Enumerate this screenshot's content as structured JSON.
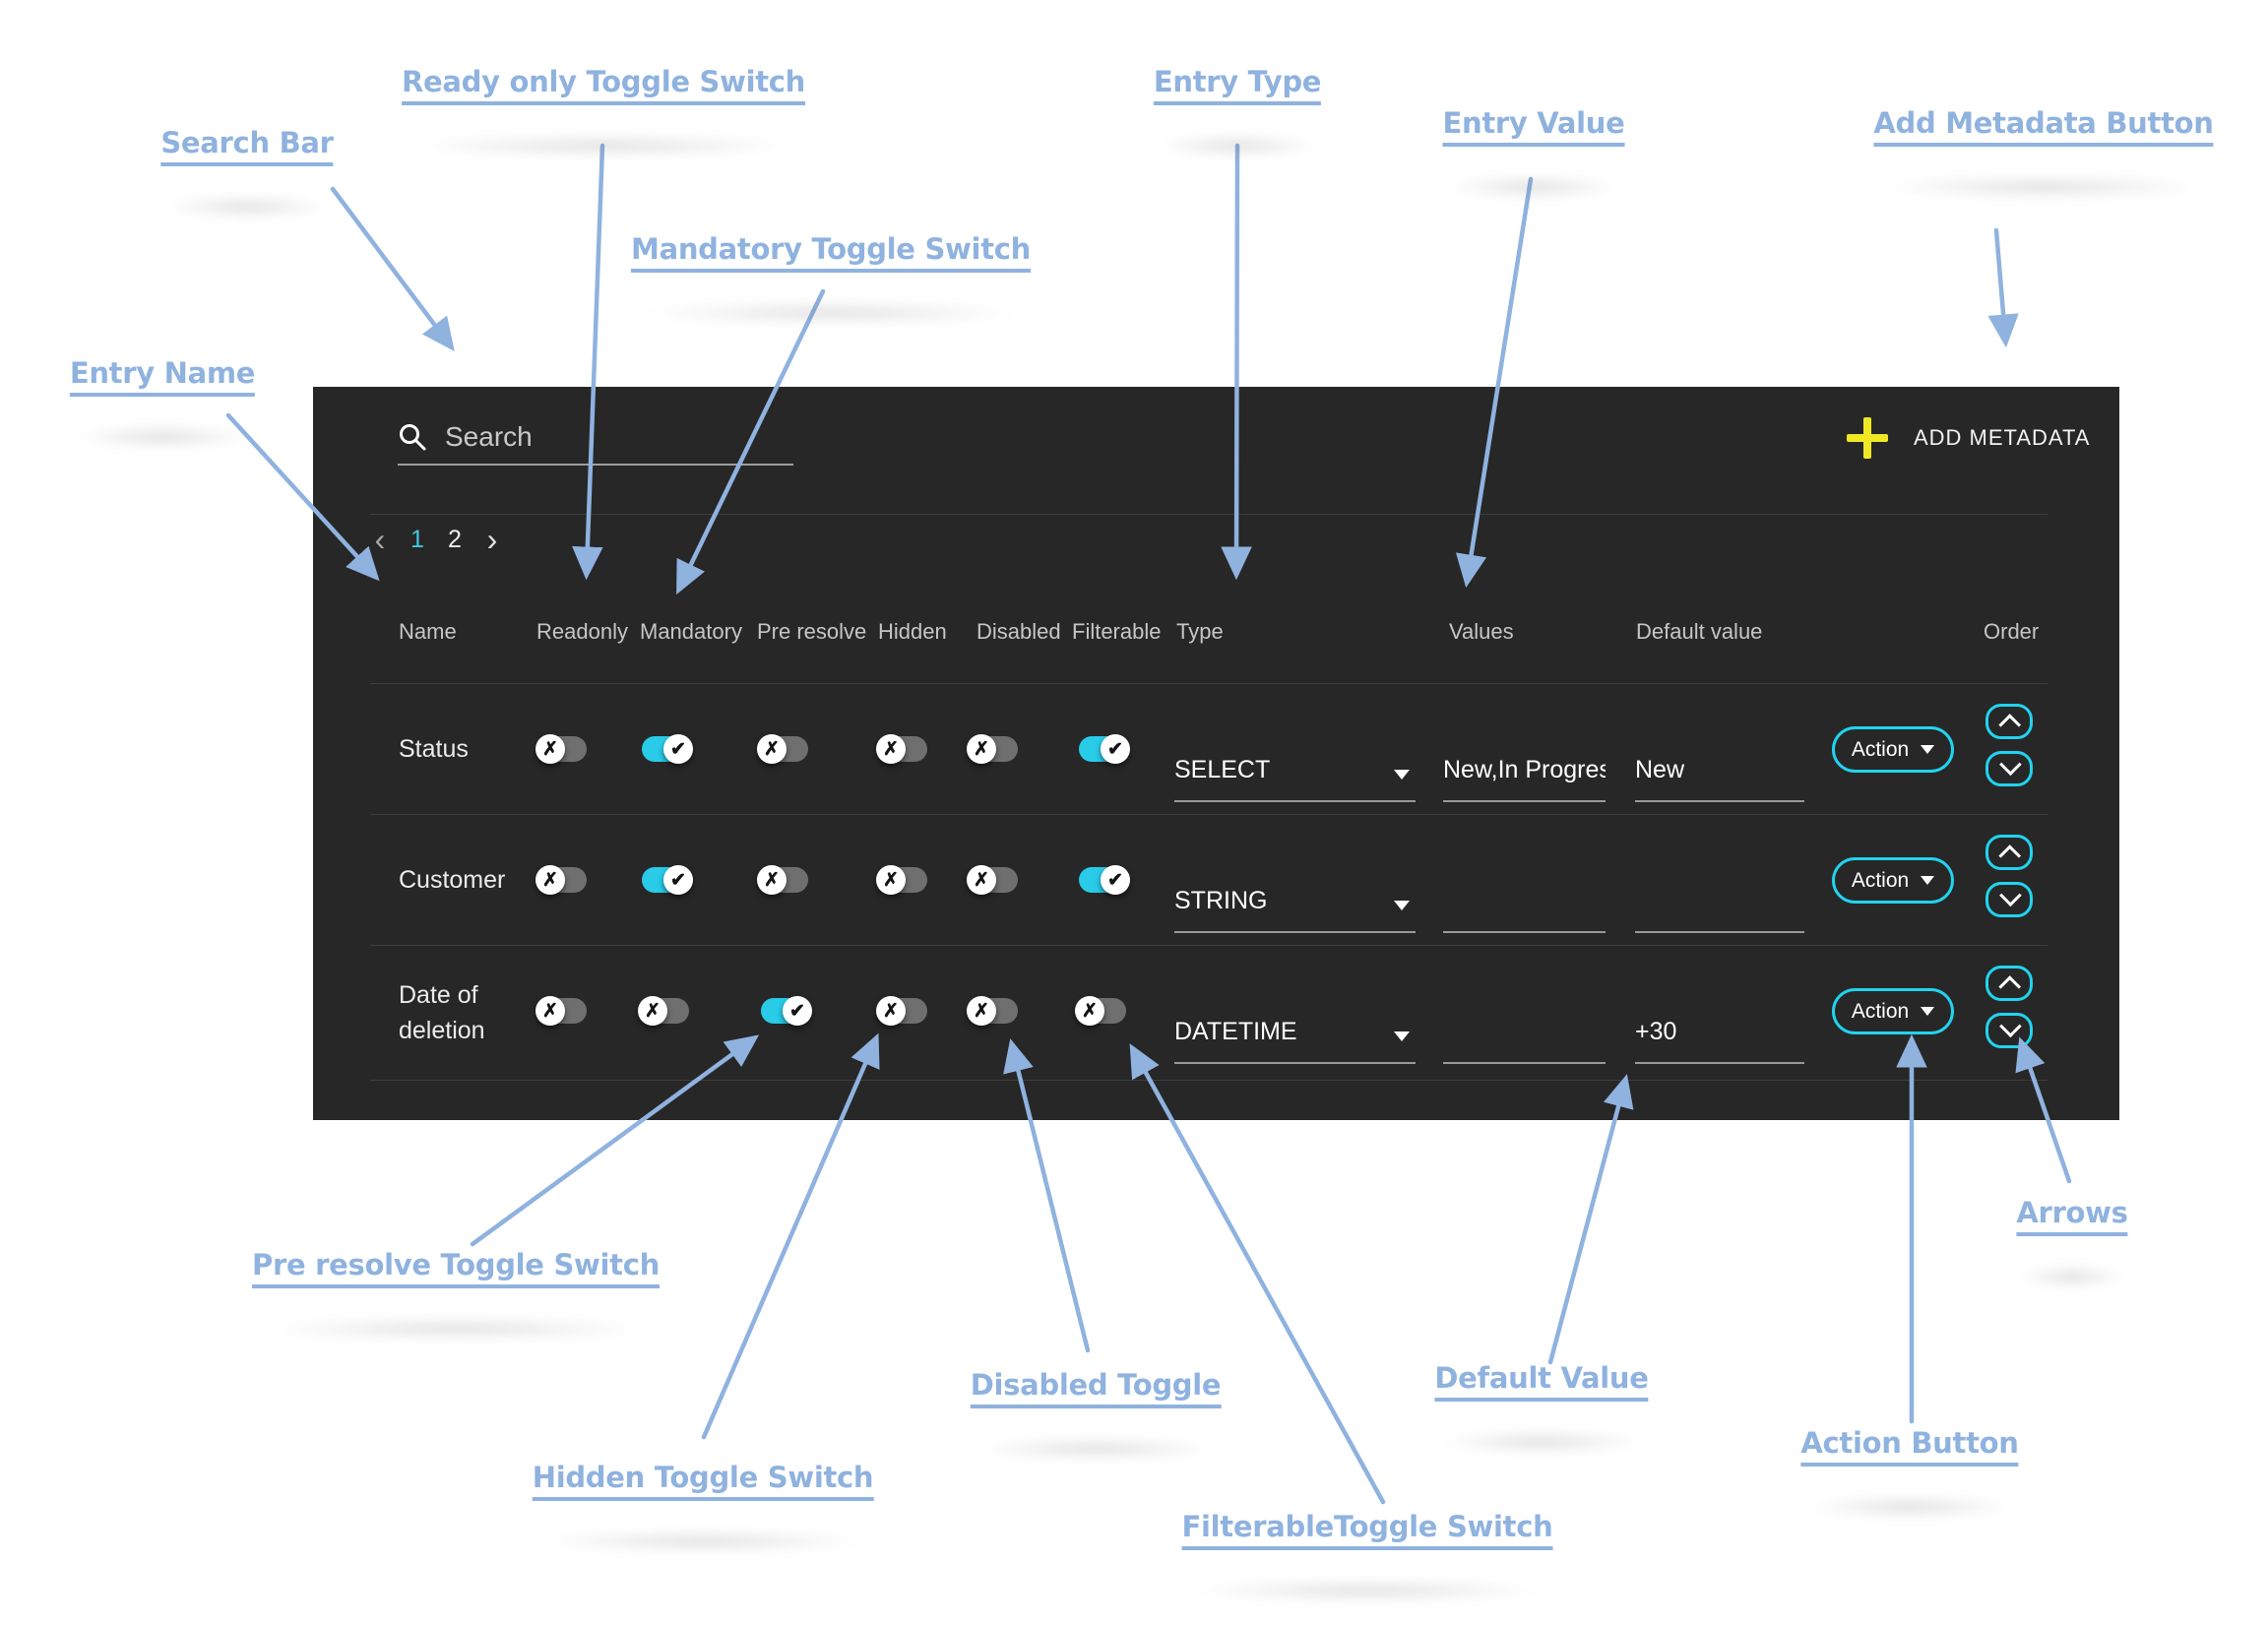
{
  "colors": {
    "panel_bg": "#272727",
    "accent_cyan_toggle": "#29CBE9",
    "accent_cyan_button": "#21D3EF",
    "pagination_active_cyan": "#3FC9E0",
    "plus_yellow": "#F0E825",
    "annotation_blue": "#8FB2DF",
    "divider_gray": "#3e3e3e",
    "underline_gray": "#999999"
  },
  "icons": {
    "x": "✗",
    "check": "✔",
    "search": "magnifier",
    "plus": "+",
    "dropdown": "▼",
    "order_up": "chevron-up",
    "order_down": "chevron-down"
  },
  "annotations": {
    "search_bar": "Search Bar",
    "ready_only": "Ready only Toggle Switch",
    "mandatory": "Mandatory Toggle Switch",
    "entry_type": "Entry Type",
    "entry_value": "Entry Value",
    "add_metadata": "Add Metadata  Button",
    "entry_name": "Entry Name",
    "pre_resolve": "Pre resolve Toggle Switch",
    "hidden": "Hidden Toggle Switch",
    "disabled": "Disabled Toggle",
    "filterable": "FilterableToggle Switch",
    "default_value": "Default Value",
    "action_button": "Action Button",
    "arrows": "Arrows"
  },
  "panel": {
    "search_placeholder": "Search",
    "add_metadata_label": "ADD METADATA",
    "pagination": {
      "prev": "‹",
      "page1": "1",
      "page2": "2",
      "next": "›",
      "active_page": "1"
    },
    "headers": {
      "name": "Name",
      "readonly": "Readonly",
      "mandatory": "Mandatory",
      "pre_resolve": "Pre resolve",
      "hidden": "Hidden",
      "disabled": "Disabled",
      "filterable": "Filterable",
      "type": "Type",
      "values": "Values",
      "default_value": "Default value",
      "order": "Order"
    },
    "rows": [
      {
        "name": "Status",
        "type": "SELECT",
        "values": "New,In Progres",
        "default": "New",
        "action_label": "Action",
        "toggles": {
          "readonly": false,
          "mandatory": true,
          "pre_resolve": false,
          "hidden": false,
          "disabled": false,
          "filterable": true
        }
      },
      {
        "name": "Customer",
        "type": "STRING",
        "values": "",
        "default": "",
        "action_label": "Action",
        "toggles": {
          "readonly": false,
          "mandatory": true,
          "pre_resolve": false,
          "hidden": false,
          "disabled": false,
          "filterable": true
        }
      },
      {
        "name": "Date of deletion",
        "type": "DATETIME",
        "values": "",
        "default": "+30",
        "action_label": "Action",
        "toggles": {
          "readonly": false,
          "mandatory": false,
          "pre_resolve": true,
          "hidden": false,
          "disabled": false,
          "filterable": false
        }
      }
    ]
  }
}
